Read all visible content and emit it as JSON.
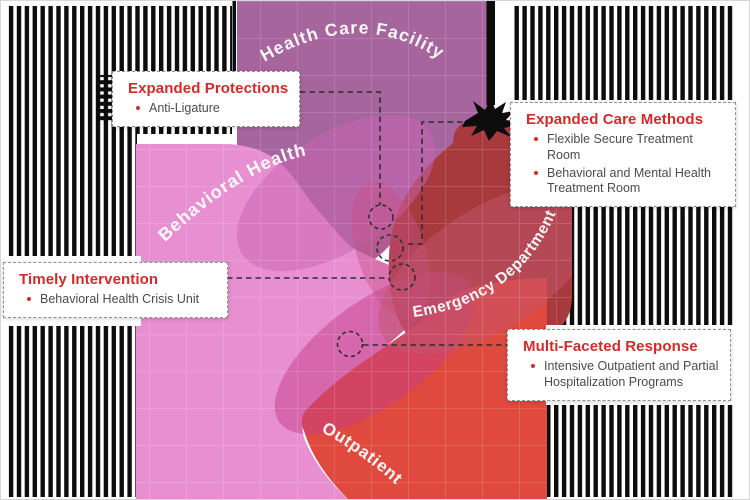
{
  "diagram": {
    "type": "venn-infographic",
    "regions": [
      {
        "id": "health-care-facility",
        "label": "Health Care Facility",
        "color": "#a7659d"
      },
      {
        "id": "behavioral-health",
        "label": "Behavioral Health",
        "color": "#e78fd0"
      },
      {
        "id": "emergency-department",
        "label": "Emergency Department",
        "color": "#a83a3e"
      },
      {
        "id": "outpatient",
        "label": "Outpatient",
        "color": "#e0493e"
      }
    ],
    "callouts": [
      {
        "id": "expanded-protections",
        "title": "Expanded Protections",
        "items": [
          "Anti-Ligature"
        ]
      },
      {
        "id": "expanded-care-methods",
        "title": "Expanded Care Methods",
        "items": [
          "Flexible Secure Treatment Room",
          "Behavioral and Mental Health Treatment Room"
        ]
      },
      {
        "id": "timely-intervention",
        "title": "Timely Intervention",
        "items": [
          "Behavioral Health Crisis Unit"
        ]
      },
      {
        "id": "multi-faceted-response",
        "title": "Multi-Faceted Response",
        "items": [
          "Intensive Outpatient and Partial Hospitalization Programs"
        ]
      }
    ],
    "accent_color": "#d42a28",
    "body_text_color": "#4c4c4c",
    "stripe_color": "#0c0c0c",
    "annotation_line_color": "#2f2f2f"
  }
}
